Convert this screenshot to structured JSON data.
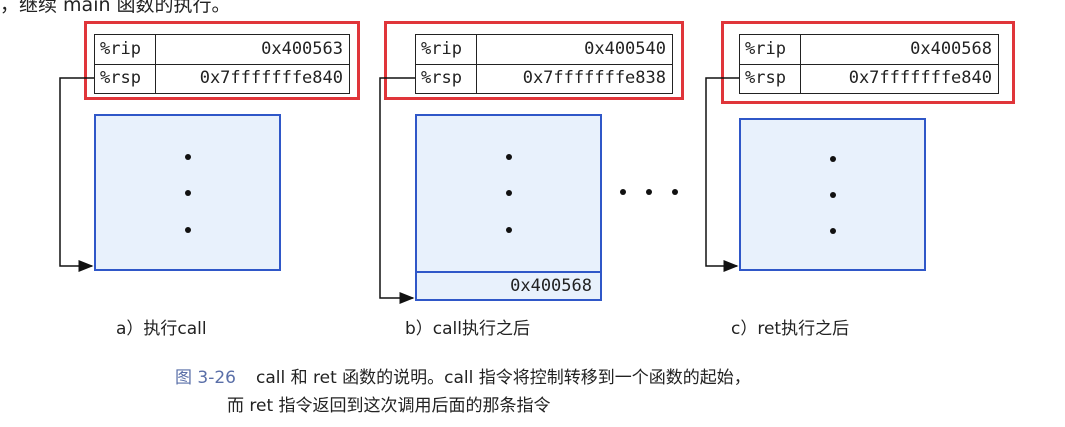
{
  "top_text": "，继续 main 函数的执行。",
  "panels": [
    {
      "id": "a",
      "rip_label": "%rip",
      "rip_value": "0x400563",
      "rsp_label": "%rsp",
      "rsp_value": "0x7fffffffe840",
      "label": "a）执行call"
    },
    {
      "id": "b",
      "rip_label": "%rip",
      "rip_value": "0x400540",
      "rsp_label": "%rsp",
      "rsp_value": "0x7fffffffe838",
      "pushed_value": "0x400568",
      "label": "b）call执行之后"
    },
    {
      "id": "c",
      "rip_label": "%rip",
      "rip_value": "0x400568",
      "rsp_label": "%rsp",
      "rsp_value": "0x7fffffffe840",
      "label": "c）ret执行之后"
    }
  ],
  "figure_caption": {
    "number": "图 3-26",
    "line1": "call 和 ret 函数的说明。call 指令将控制转移到一个函数的起始，",
    "line2": "而 ret 指令返回到这次调用后面的那条指令"
  },
  "colors": {
    "highlight_border": "#e0353a",
    "stack_border": "#2f57c8",
    "stack_fill": "#e8f1fc"
  }
}
